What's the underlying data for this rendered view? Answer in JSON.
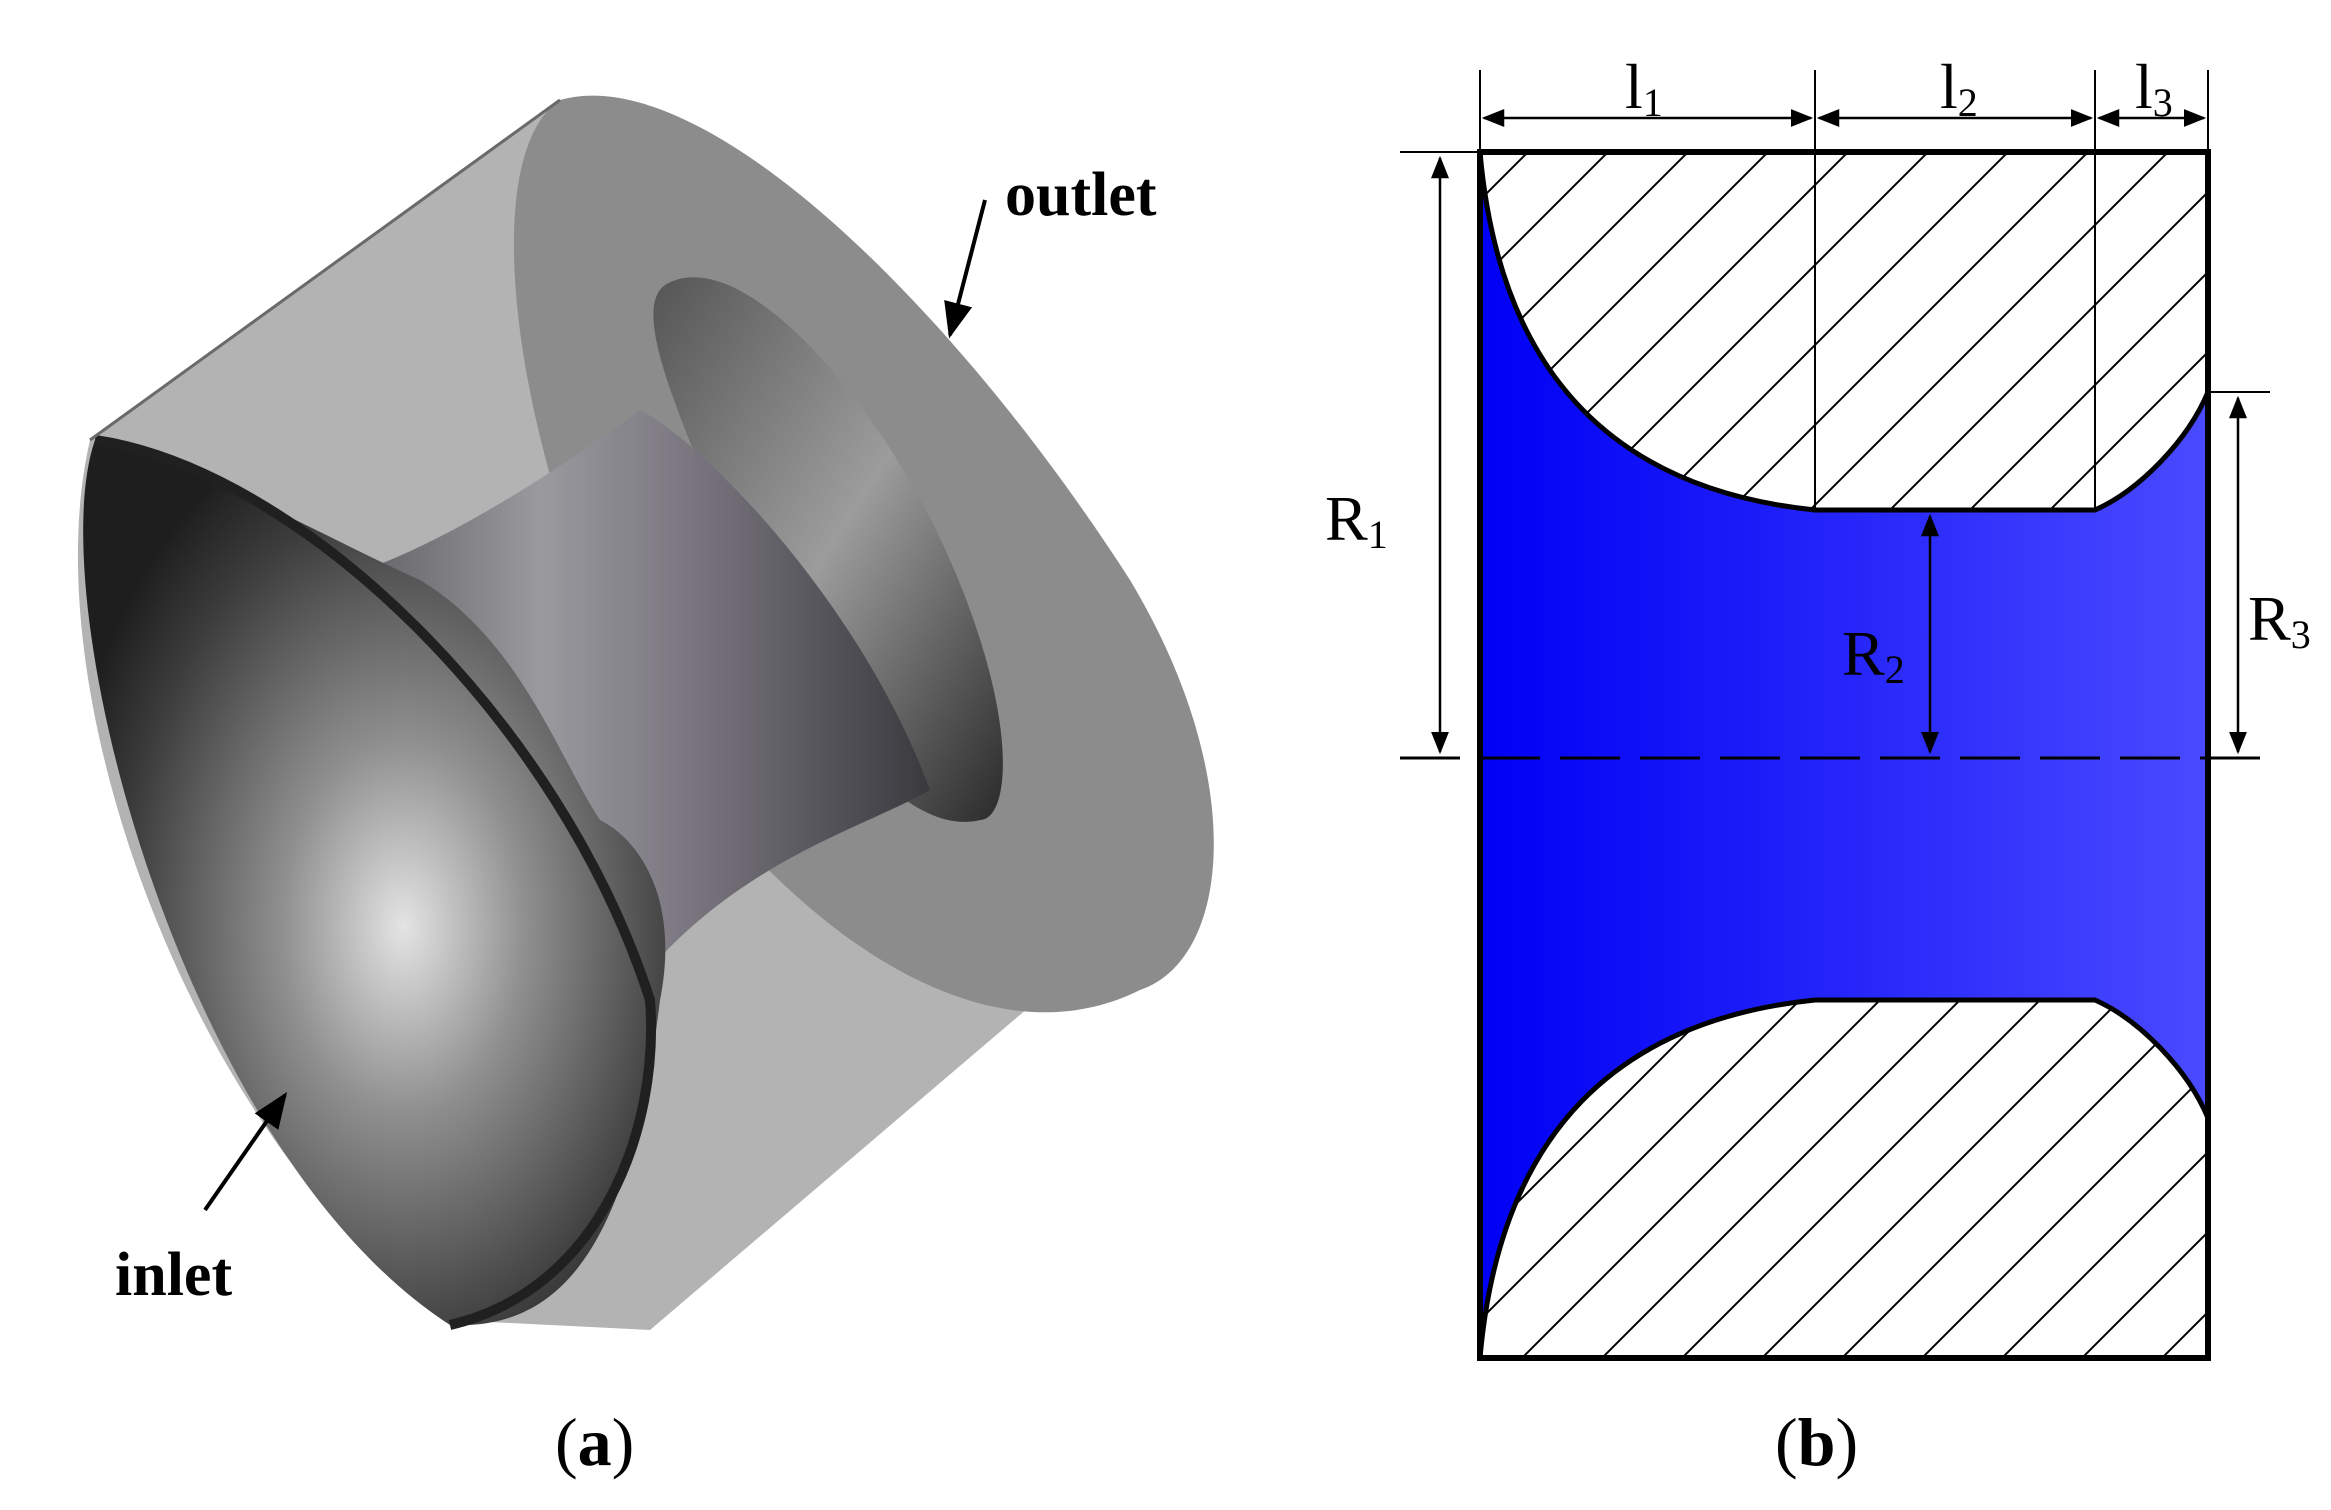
{
  "panel_a": {
    "outlet_label": "outlet",
    "inlet_label": "inlet",
    "caption_open": "(",
    "caption_letter": "a",
    "caption_close": ")"
  },
  "panel_b": {
    "l1": {
      "main": "l",
      "sub": "1"
    },
    "l2": {
      "main": "l",
      "sub": "2"
    },
    "l3": {
      "main": "l",
      "sub": "3"
    },
    "R1": {
      "main": "R",
      "sub": "1"
    },
    "R2": {
      "main": "R",
      "sub": "2"
    },
    "R3": {
      "main": "R",
      "sub": "3"
    },
    "caption_open": "(",
    "caption_letter": "b",
    "caption_close": ")"
  },
  "colors": {
    "fluid_blue_left": "#0000f5",
    "fluid_blue_right": "#4a4aff",
    "body_light_grey": "#b3b3b3",
    "body_dark_grey": "#8a8a8a"
  }
}
